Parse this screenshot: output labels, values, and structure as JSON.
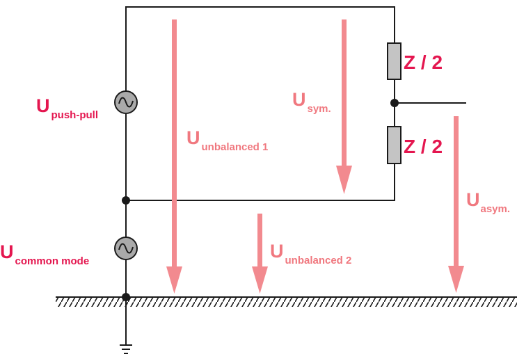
{
  "colors": {
    "background": "#ffffff",
    "wire": "#1a1a1a",
    "source_fill": "#aaaaaa",
    "resistor_fill": "#c4c4c4",
    "label_strong": "#e4164f",
    "label_light": "#f0787f",
    "arrow": "#f28a8f"
  },
  "labels": {
    "push_pull": {
      "main": "U",
      "sub": "push-pull"
    },
    "common_mode": {
      "main": "U",
      "sub": "common mode"
    },
    "unbalanced_1": {
      "main": "U",
      "sub": "unbalanced 1"
    },
    "sym": {
      "main": "U",
      "sub": "sym."
    },
    "unbalanced_2": {
      "main": "U",
      "sub": "unbalanced 2"
    },
    "asym": {
      "main": "U",
      "sub": "asym."
    },
    "z_top": "Z / 2",
    "z_bottom": "Z / 2"
  },
  "icons": {
    "source_push_pull": "ac-source-icon",
    "source_common_mode": "ac-source-icon",
    "ground": "ground-icon"
  }
}
